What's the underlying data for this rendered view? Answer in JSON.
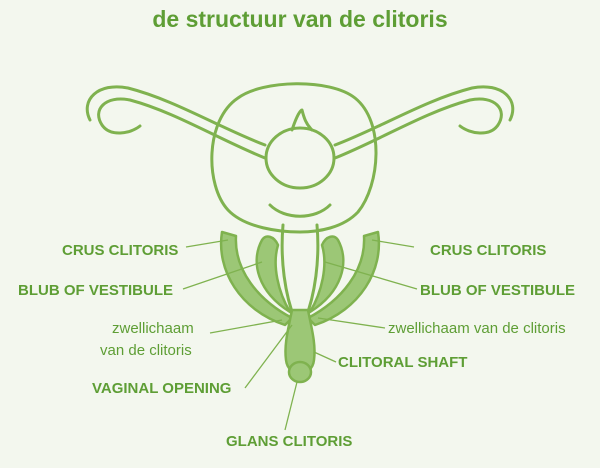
{
  "title": "de structuur van de clitoris",
  "labels": {
    "crus_left": "CRUS CLITORIS",
    "crus_right": "CRUS CLITORIS",
    "bulb_left": "BLUB OF VESTIBULE",
    "bulb_right": "BLUB OF VESTIBULE",
    "body_left_line1": "zwellichaam",
    "body_left_line2": "van de clitoris",
    "body_right": "zwellichaam van de clitoris",
    "shaft": "CLITORAL SHAFT",
    "vaginal_opening": "VAGINAL OPENING",
    "glans": "GLANS CLITORIS"
  },
  "colors": {
    "accent": "#5e9e35",
    "outline": "#7fb24f",
    "fill": "#9cc776",
    "background": "#f3f7ee"
  }
}
